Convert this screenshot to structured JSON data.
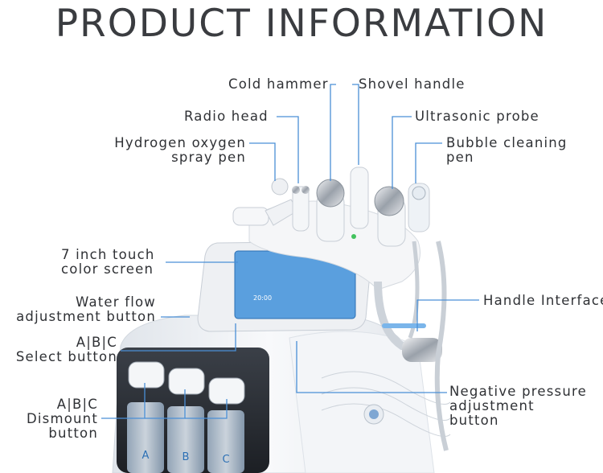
{
  "title": "PRODUCT INFORMATION",
  "labels": {
    "cold_hammer": "Cold hammer",
    "shovel_handle": "Shovel handle",
    "radio_head": "Radio head",
    "ultrasonic_probe": "Ultrasonic probe",
    "hydrogen_line1": "Hydrogen oxygen",
    "hydrogen_line2": "spray pen",
    "bubble_line1": "Bubble cleaning",
    "bubble_line2": "pen",
    "touch_line1": "7 inch touch",
    "touch_line2": "color screen",
    "water_line1": "Water flow",
    "water_line2": "adjustment button",
    "handle_interface": "Handle Interface",
    "select_line1": "A|B|C",
    "select_line2": "Select button",
    "negative_line1": "Negative pressure",
    "negative_line2": "adjustment",
    "negative_line3": "button",
    "dismount_line1": "A|B|C",
    "dismount_line2": "Dismount",
    "dismount_line3": "button"
  },
  "screen": {
    "time": "20:00"
  },
  "bottles": [
    "A",
    "B",
    "C"
  ],
  "colors": {
    "leader": "#4a8fd6",
    "body": "#eef1f4",
    "screen": "#5aa0df"
  }
}
